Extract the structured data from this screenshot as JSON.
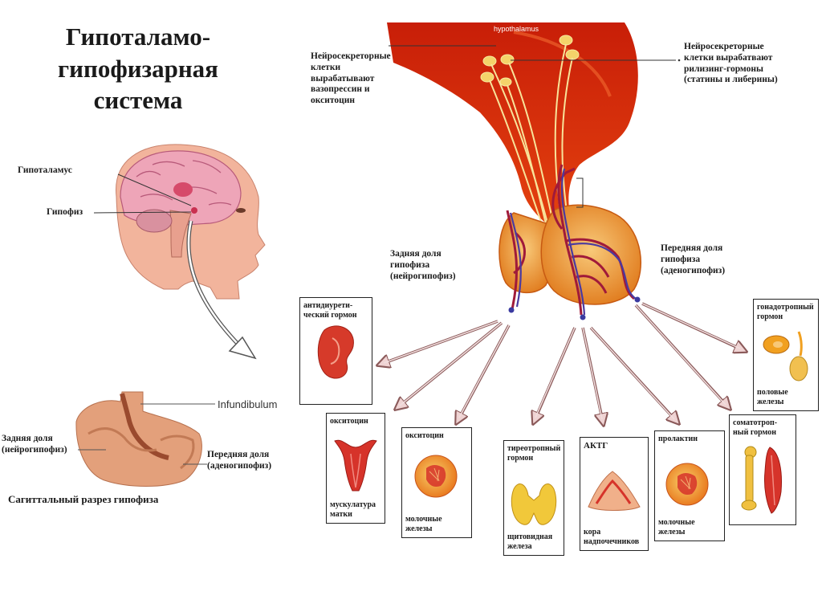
{
  "title": {
    "line1": "Гипоталамо-",
    "line2": "гипофизарная",
    "line3": "система"
  },
  "head_labels": {
    "hypothalamus": "Гипоталамус",
    "pituitary": "Гипофиз"
  },
  "section_labels": {
    "infundibulum": "Infundibulum",
    "posterior_line1": "Задняя доля",
    "posterior_line2": "(нейрогипофиз)",
    "anterior_line1": "Передняя доля",
    "anterior_line2": "(аденогипофиз)",
    "caption": "Сагиттальный разрез гипофиза"
  },
  "diagram_labels": {
    "hypothalamus_en": "hypothalamus",
    "neuro_left_1": "Нейросекреторные",
    "neuro_left_2": "клетки",
    "neuro_left_3": "вырабатывают",
    "neuro_left_4": "вазопрессин и",
    "neuro_left_5": "окситоцин",
    "neuro_right_1": "Нейросекреторные",
    "neuro_right_2": "клетки вырабатвают",
    "neuro_right_3": "рилизинг-гормоны",
    "neuro_right_4": "(статины и либерины)",
    "posterior_1": "Задняя доля",
    "posterior_2": "гипофиза",
    "posterior_3": "(нейрогипофиз)",
    "anterior_1": "Передняя доля",
    "anterior_2": "гипофиза",
    "anterior_3": "(аденогипофиз)"
  },
  "targets": {
    "adh": {
      "title1": "антидиурети-",
      "title2": "ческий гормон"
    },
    "oxy_uterus": {
      "title": "окситоцин",
      "bottom1": "мускулатура",
      "bottom2": "матки"
    },
    "oxy_gland": {
      "title": "окситоцин",
      "bottom1": "молочные",
      "bottom2": "железы"
    },
    "thyroid": {
      "title1": "тиреотропный",
      "title2": "гормон",
      "bottom1": "щитовидная",
      "bottom2": "железа"
    },
    "acth": {
      "title": "АКТГ",
      "bottom1": "кора",
      "bottom2": "надпочечников"
    },
    "prolactin": {
      "title": "пролактин",
      "bottom1": "молочные",
      "bottom2": "железы"
    },
    "somato": {
      "title1": "соматотроп-",
      "title2": "ный гормон"
    },
    "gonado": {
      "title1": "гонадотропный",
      "title2": "гормон",
      "bottom1": "половые",
      "bottom2": "железы"
    }
  }
}
